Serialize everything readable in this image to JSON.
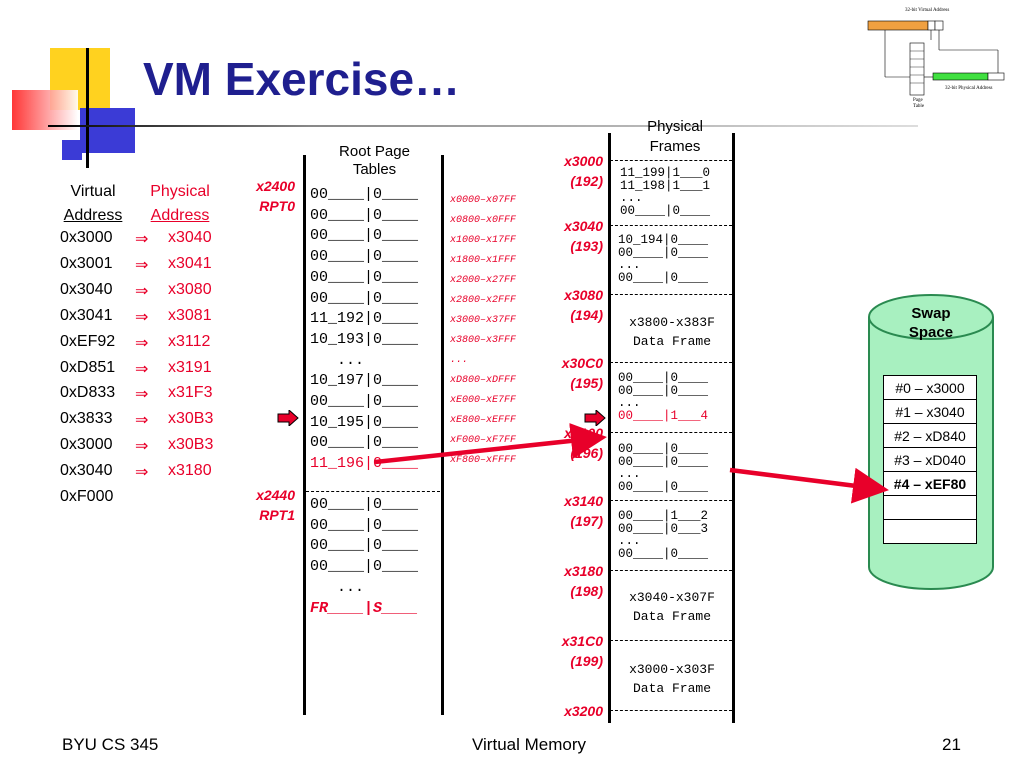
{
  "title": "VM Exercise…",
  "mapping": {
    "header_virtual": [
      "Virtual",
      "Address"
    ],
    "header_physical": [
      "Physical",
      "Address"
    ],
    "arrow": "⇒",
    "rows": [
      {
        "virtual": "0x3000",
        "physical": "x3040"
      },
      {
        "virtual": "0x3001",
        "physical": "x3041"
      },
      {
        "virtual": "0x3040",
        "physical": "x3080"
      },
      {
        "virtual": "0x3041",
        "physical": "x3081"
      },
      {
        "virtual": "0xEF92",
        "physical": "x3112"
      },
      {
        "virtual": "0xD851",
        "physical": "x3191"
      },
      {
        "virtual": "0xD833",
        "physical": "x31F3"
      },
      {
        "virtual": "0x3833",
        "physical": "x30B3"
      },
      {
        "virtual": "0x3000",
        "physical": "x30B3"
      },
      {
        "virtual": "0x3040",
        "physical": "x3180"
      },
      {
        "virtual": "0xF000",
        "physical": ""
      }
    ]
  },
  "root_tables": {
    "header": [
      "Root Page",
      "Tables"
    ],
    "rpt0_label": [
      "x2400",
      "RPT0"
    ],
    "rpt1_label": [
      "x2440",
      "RPT1"
    ],
    "rpt0_rows": [
      "00____|0____",
      "00____|0____",
      "00____|0____",
      "00____|0____",
      "00____|0____",
      "00____|0____",
      "11_192|0____",
      "10_193|0____",
      "   ...",
      "10_197|0____",
      "00____|0____",
      "10_195|0____",
      "00____|0____",
      "11_196|0____"
    ],
    "ranges": [
      "x0000–x07FF",
      "x0800–x0FFF",
      "x1000–x17FF",
      "x1800–x1FFF",
      "x2000–x27FF",
      "x2800–x2FFF",
      "x3000–x37FF",
      "x3800–x3FFF",
      "...",
      "xD800–xDFFF",
      "xE000–xE7FF",
      "xE800–xEFFF",
      "xF000–xF7FF",
      "xF800–xFFFF"
    ],
    "rpt1_rows": [
      "00____|0____",
      "00____|0____",
      "00____|0____",
      "00____|0____",
      "   ...",
      "FR____|S____"
    ]
  },
  "physical": {
    "header": [
      "Physical",
      "Frames"
    ],
    "frame_labels": [
      {
        "addr": "x3000",
        "num": "(192)"
      },
      {
        "addr": "x3040",
        "num": "(193)"
      },
      {
        "addr": "x3080",
        "num": "(194)"
      },
      {
        "addr": "x30C0",
        "num": "(195)"
      },
      {
        "addr": "x3100",
        "num": "(196)"
      },
      {
        "addr": "x3140",
        "num": "(197)"
      },
      {
        "addr": "x3180",
        "num": "(198)"
      },
      {
        "addr": "x31C0",
        "num": "(199)"
      },
      {
        "addr": "x3200",
        "num": ""
      }
    ],
    "f192": [
      "11_199|1___0",
      "11_198|1___1",
      "...",
      "00____|0____"
    ],
    "f193": [
      "10_194|0____",
      "00____|0____",
      "...",
      "00____|0____"
    ],
    "f194": [
      "x3800-x383F",
      "Data Frame"
    ],
    "f195": [
      "00____|0____",
      "00____|0____",
      "...",
      "00____|1___4"
    ],
    "f196": [
      "00____|0____",
      "00____|0____",
      "...",
      "00____|0____"
    ],
    "f197": [
      "00____|1___2",
      "00____|0___3",
      "...",
      "00____|0____"
    ],
    "f198": [
      "x3040-x307F",
      "Data Frame"
    ],
    "f199": [
      "x3000-x303F",
      "Data Frame"
    ]
  },
  "swap": {
    "title": [
      "Swap",
      "Space"
    ],
    "rows": [
      "#0 – x3000",
      "#1 – x3040",
      "#2 – xD840",
      "#3 – xD040",
      "#4 – xEF80",
      "",
      ""
    ]
  },
  "thumbnail": {
    "top_label": "32-bit Virtual Address",
    "bottom_label": "32-bit Physical Address",
    "table_label": [
      "Page",
      "Table"
    ]
  },
  "footer": {
    "left": "BYU CS 345",
    "center": "Virtual Memory",
    "right": "21"
  },
  "colors": {
    "title": "#1f1f8f",
    "accent_red": "#e8002a",
    "swap_fill": "#a8f0c0",
    "swap_stroke": "#2a8a50",
    "logo_yellow": "#ffd21f",
    "logo_blue": "#3b3bd6",
    "logo_red": "#ff3030"
  }
}
